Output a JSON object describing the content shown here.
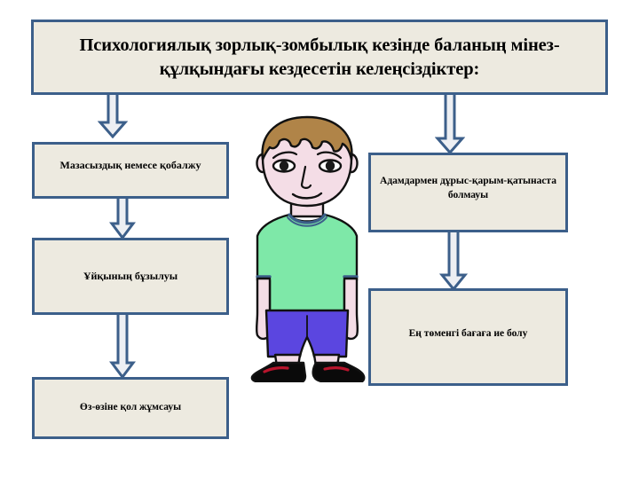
{
  "slide": {
    "title": "Психологиялық зорлық-зомбылық кезінде баланың мінез-құлқындағы кездесетін келеңсіздіктер:",
    "background_color": "#FFFFFF"
  },
  "theme": {
    "box_fill": "#EDEAE0",
    "box_border": "#3C5F8A",
    "arrow_stroke": "#3C5F8A",
    "arrow_fill_light": "#EDEFF3",
    "arrow_fill_solid": "#3C5F8A",
    "text_color": "#000000"
  },
  "diagram": {
    "title_node": {
      "id": "title-box",
      "text": "Психологиялық зорлық-зомбылық кезінде баланың мінез-құлқындағы кездесетін келеңсіздіктер:"
    },
    "left_column": [
      {
        "id": "left-box-1",
        "text": "Мазасыздық немесе қобалжу"
      },
      {
        "id": "left-box-2",
        "text": "Ұйқының бұзылуы"
      },
      {
        "id": "left-box-3",
        "text": "Өз-өзіне қол жұмсауы"
      }
    ],
    "right_column": [
      {
        "id": "right-box-1",
        "text": "Адамдармен дұрыс-қарым-қатынаста болмауы"
      },
      {
        "id": "right-box-2",
        "text": "Ең төменгі бағаға ие болу"
      }
    ],
    "connectors": [
      {
        "id": "arrow-title-left",
        "icon": "down-arrow-icon",
        "style": "outlined"
      },
      {
        "id": "arrow-left-1-2",
        "icon": "down-arrow-icon",
        "style": "outlined"
      },
      {
        "id": "arrow-left-2-3",
        "icon": "down-arrow-icon",
        "style": "outlined"
      },
      {
        "id": "arrow-title-right",
        "icon": "down-arrow-icon",
        "style": "outlined"
      },
      {
        "id": "arrow-right-1-2",
        "icon": "down-arrow-icon",
        "style": "outlined"
      }
    ]
  },
  "illustration": {
    "name": "boy-figure",
    "description": "Cartoon boy standing",
    "colors": {
      "hair": "#B08448",
      "skin": "#F4DDE6",
      "shirt": "#7EE8A8",
      "shirt_trim": "#3C5F8A",
      "shorts": "#5B46E0",
      "shoes": "#0A0A0A",
      "shoe_stripe": "#B8142C",
      "outline": "#111111"
    }
  }
}
